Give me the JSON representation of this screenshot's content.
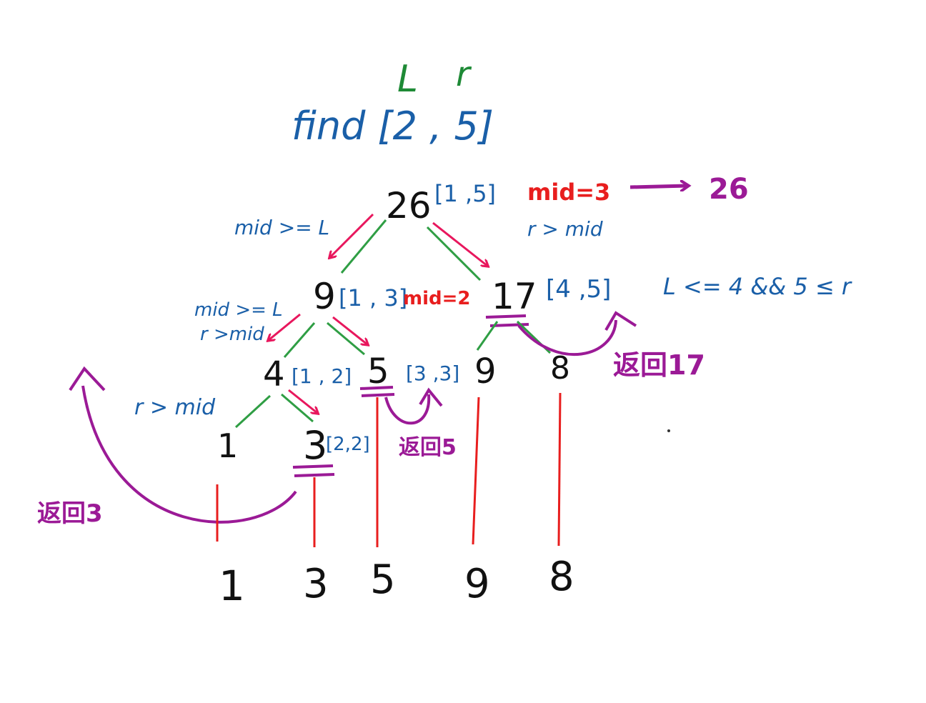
{
  "colors": {
    "blue": "#1a5fa8",
    "green": "#1e8a36",
    "red": "#e81e1e",
    "pink": "#e8175d",
    "magenta": "#9b1a96",
    "black": "#111111",
    "green_light": "#2f9e44"
  },
  "header": {
    "l_var": "L",
    "r_var": "r",
    "query": "find [2 , 5]"
  },
  "tree": {
    "root": {
      "value": "26",
      "range": "[1 ,5]",
      "mid_note": "mid=3",
      "result": "26",
      "left_cond": "mid >= L",
      "right_cond": "r > mid"
    },
    "left": {
      "value": "9",
      "range": "[1 , 3]",
      "mid_note": "mid=2",
      "cond_1": "mid >= L",
      "cond_2": "r >mid"
    },
    "right": {
      "value": "17",
      "range": "[4 ,5]",
      "cond": "L <= 4  &&  5 ≤ r",
      "return_label": "返回17"
    },
    "ll": {
      "value": "4",
      "range": "[1 , 2]",
      "cond": "r > mid"
    },
    "lr": {
      "value": "5",
      "range": "[3 ,3]",
      "return_label": "返回5"
    },
    "rl": {
      "value": "9"
    },
    "rr": {
      "value": "8"
    },
    "lll": {
      "value": "1"
    },
    "llr": {
      "value": "3",
      "range": "[2,2]",
      "return_label": "返回3"
    }
  },
  "array": {
    "values": [
      "1",
      "3",
      "5",
      "9",
      "8"
    ]
  }
}
